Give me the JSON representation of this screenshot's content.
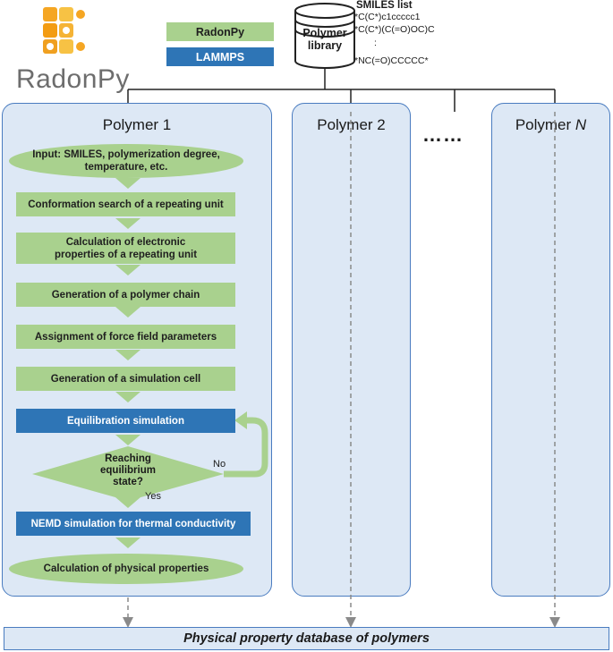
{
  "logo": {
    "name": "RadonPy"
  },
  "legend": {
    "green": "RadonPy",
    "blue": "LAMMPS"
  },
  "library": {
    "label_line1": "Polymer",
    "label_line2": "library"
  },
  "smiles": {
    "title": "SMILES list",
    "lines": [
      "*C(C*)c1ccccc1",
      "*C(C*)(C(=O)OC)C",
      ":",
      "*NC(=O)CCCCC*"
    ]
  },
  "panels": {
    "p1": "Polymer  1",
    "p2": "Polymer  2",
    "pn_prefix": "Polymer ",
    "pn_italic": "N",
    "dots": "……"
  },
  "flow": {
    "input": "Input: SMILES, polymerization degree, temperature, etc.",
    "conformation": "Conformation search of a repeating unit",
    "electronic": "Calculation of electronic properties of a repeating unit",
    "chain": "Generation of a polymer chain",
    "forcefield": "Assignment of force field parameters",
    "cell": "Generation of a simulation cell",
    "equilibration": "Equilibration simulation",
    "decision": "Reaching equilibrium state?",
    "no": "No",
    "yes": "Yes",
    "nemd": "NEMD simulation for thermal conductivity",
    "physical": "Calculation of physical properties"
  },
  "database": "Physical property database of polymers",
  "colors": {
    "green": "#a9d18e",
    "blue": "#2e75b6",
    "panel": "#dde8f5",
    "border": "#4a7cc0",
    "logo_orange": "#f5a623"
  }
}
